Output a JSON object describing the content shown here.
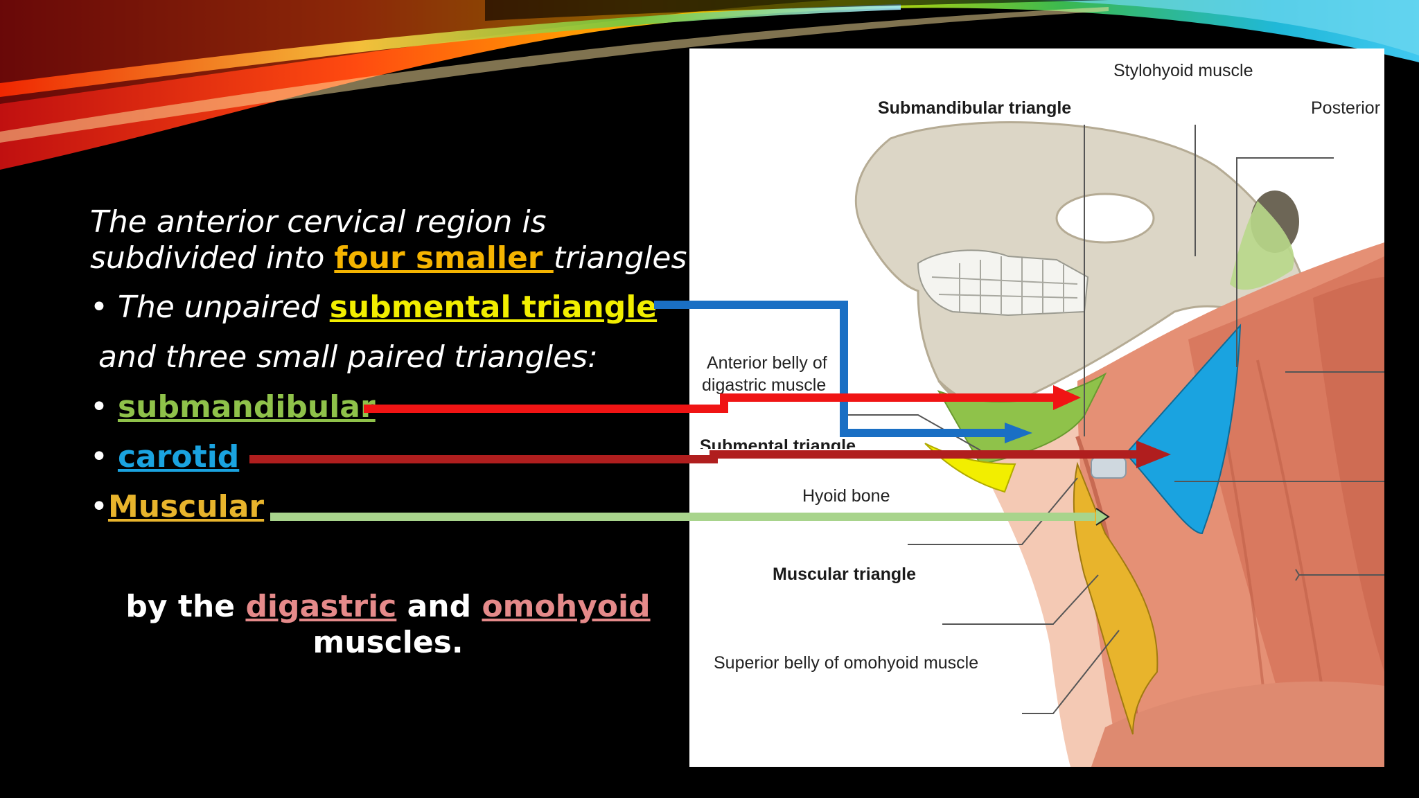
{
  "slide": {
    "intro_line1": "The anterior cervical region is",
    "intro_line2_pre": "subdivided into ",
    "intro_line2_highlight": "four smaller ",
    "intro_line2_post": "triangles",
    "bullet1_prefix": "• The unpaired ",
    "bullet1_highlight": "submental triangle",
    "paired_line": "and three small paired triangles:",
    "bullet_submandibular_prefix": "• ",
    "bullet_submandibular": "submandibular",
    "bullet_carotid_prefix": "• ",
    "bullet_carotid": "carotid",
    "bullet_muscular_prefix": "•",
    "bullet_muscular": "Muscular",
    "closing_pre": "by the ",
    "closing_digastric": "digastric",
    "closing_mid": " and ",
    "closing_omohyoid": "omohyoid",
    "closing_line2": "muscles."
  },
  "figure_labels": {
    "stylohyoid": "Stylohyoid muscle",
    "submandibular_triangle": "Submandibular triangle",
    "posterior": "Posterior",
    "anterior_belly_1": "Anterior belly of",
    "anterior_belly_2": "digastric muscle",
    "submental_triangle": "Submental triangle",
    "hyoid_bone": "Hyoid bone",
    "muscular_triangle": "Muscular triangle",
    "superior_belly": "Superior belly of omohyoid muscle"
  },
  "colors": {
    "highlight_orange": "#f5b400",
    "highlight_yellow": "#f2ee00",
    "submandibular_green": "#8fc24a",
    "carotid_blue": "#1aa3e0",
    "muscular_gold": "#e8b42c",
    "digastric_pink": "#e58a8a",
    "arrow_blue": "#1a6fc4",
    "arrow_red": "#f01414",
    "arrow_darkred": "#b01e1e",
    "arrow_green": "#a8d48c"
  }
}
